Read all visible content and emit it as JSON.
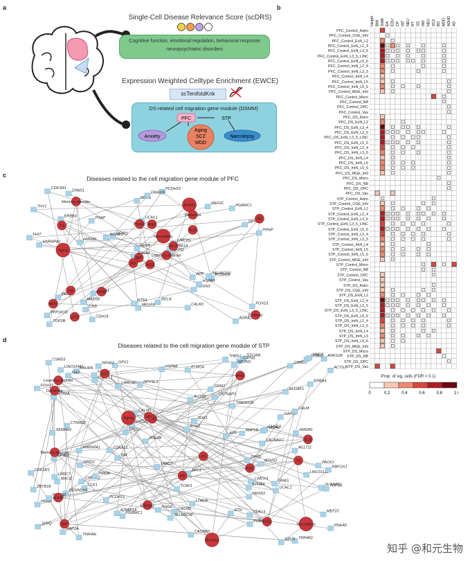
{
  "panels": {
    "a": {
      "letter": "a",
      "scdrs_title": "Single-Cell Disease Relevance Score (scDRS)",
      "traits": "Cognitive function, emotional regulation, behavioral response neuropsychiatric disorders",
      "ewce_title": "Expression Weighted Celltype Enrichment (EWCE)",
      "tool": "scTenifoldKnk",
      "dssm_title": "DS-related cell migration gene module (DSMM)",
      "nodes": {
        "pfc": "PFC",
        "stp": "STP",
        "anxiety": "Anxiety",
        "aging": "Aging",
        "scz": "SCZ",
        "mdd": "MDD",
        "narcolepsy": "Narcolepsy"
      }
    },
    "b": {
      "letter": "b",
      "columns": [
        "Height",
        "BMI",
        "SWB",
        "EA",
        "EDU",
        "CP",
        "INT",
        "NEU",
        "RT",
        "SD",
        "INS",
        "NEU",
        "SCZ",
        "BD",
        "MDD",
        "ADHD",
        "AD"
      ],
      "rows": [
        "PFC_Control_Astro",
        "PFC_Control_CGE_InN",
        "PFC_Control_ExN_L2",
        "PFC_Control_ExN_L2_4",
        "PFC_Control_ExN_L3_5",
        "PFC_Control_ExN_L3_5_LINC",
        "PFC_Control_ExN_L5_6",
        "PFC_Control_ImN_L2_4",
        "PFC_Control_ImN_L3_5",
        "PFC_Control_ImN_L4",
        "PFC_Control_ImN_L5",
        "PFC_Control_ImN_L5_6",
        "PFC_Control_MGE_InN",
        "PFC_Control_Micro",
        "PFC_Control_NB",
        "PFC_Control_OPC",
        "PFC_Control_Vas",
        "PFC_DS_Astro",
        "PFC_DS_ExN_L2",
        "PFC_DS_ExN_L2_4",
        "PFC_DS_ExN_L3_5",
        "PFC_DS_ExN_L3_5_LINC",
        "PFC_DS_ExN_L5_6",
        "PFC_DS_ImN_L2_4",
        "PFC_DS_ImN_L3_5",
        "PFC_DS_ImN_L4",
        "PFC_DS_ImN_L5",
        "PFC_DS_ImN_L5_6",
        "PFC_DS_MGE_InN",
        "PFC_DS_Micro",
        "PFC_DS_NB",
        "PFC_DS_OPC",
        "PFC_DS_Vas",
        "STP_Control_Astro",
        "STP_Control_CGE_InN",
        "STP_Control_ExN_L2",
        "STP_Control_ExN_L2_4",
        "STP_Control_ExN_L3_5",
        "STP_Control_ExN_L3_5_LINC",
        "STP_Control_ExN_L5_6",
        "STP_Control_ImN_L2_4",
        "STP_Control_ImN_L3_5",
        "STP_Control_ImN_L4",
        "STP_Control_ImN_L5",
        "STP_Control_ImN_L5_6",
        "STP_Control_MGE_InN",
        "STP_Control_Micro",
        "STP_Control_NB",
        "STP_Control_OPC",
        "STP_Control_Vas",
        "STP_DS_Astro",
        "STP_DS_CGE_InN",
        "STP_DS_ExN_L2",
        "STP_DS_ExN_L2_4",
        "STP_DS_ExN_L3_5",
        "STP_DS_ExN_L3_5_LINC",
        "STP_DS_ExN_L5_6",
        "STP_DS_ImN_L2_4",
        "STP_DS_ImN_L3_5",
        "STP_DS_ImN_L4",
        "STP_DS_ImN_L5",
        "STP_DS_ImN_L5_6",
        "STP_DS_MGE_InN",
        "STP_DS_Micro",
        "STP_DS_NB",
        "STP_DS_OPC",
        "STP_DS_Vas"
      ],
      "legend_title": "Prop. of sig. cells (FDR < 0.1)",
      "legend_ticks": [
        "0",
        "0.2",
        "0.4",
        "0.6",
        "0.8",
        "1.0"
      ],
      "legend_colors": [
        "#ffffff",
        "#f7c8b4",
        "#ef8a6e",
        "#d9473c",
        "#b01c24",
        "#6a0a10"
      ]
    },
    "c": {
      "letter": "c",
      "title": "Diseases related to the cell migration gene module of PFC"
    },
    "d": {
      "letter": "d",
      "title": "Diseases related to the cell migration gene module of STP"
    }
  },
  "chart_data": [
    {
      "type": "network",
      "title": "Diseases related to the cell migration gene module of PFC",
      "disease_nodes": [
        "ASD",
        "TS",
        "BIP",
        "MDD",
        "SCZ",
        "ADHD",
        "Anxiety",
        "ANO",
        "Dementia",
        "Learning disorder",
        "Memory disorder",
        "Epilepsy",
        "Aging",
        "AD",
        "PD",
        "ALD",
        "OCD",
        "Phobia",
        "Narcolepsy",
        "HD"
      ],
      "gene_nodes": [
        "SF3B1",
        "PPP1R1B",
        "CKB",
        "UCHL1",
        "LIMCH1",
        "PCDH15",
        "ERBB4",
        "GNAS",
        "HNRNPA1",
        "APP",
        "PRNP",
        "EPHA4",
        "RTN1",
        "SV2A",
        "PSAP",
        "MEF2C",
        "ACTG1",
        "ADRA2A",
        "FOXD1",
        "NEUROD2",
        "PCDH10",
        "NCAM1",
        "HMGB1",
        "NRXN3",
        "CDH18",
        "FHIT",
        "TUBA1A",
        "TOP2B",
        "MEGF8",
        "SFPQ",
        "PENK",
        "DPYSL3",
        "THY1",
        "HSPA8",
        "CALM1",
        "MAP1B",
        "DNM1L",
        "CDKSR1",
        "RELN",
        "PGRMC1",
        "DRAXIN"
      ]
    },
    {
      "type": "network",
      "title": "Diseases related to the cell migration gene module of STP",
      "disease_nodes": [
        "ASD",
        "TS",
        "BIP",
        "SCZ",
        "MDD",
        "OCD",
        "ADHD",
        "ANO",
        "Aging",
        "Anxiety",
        "Dementia",
        "Memory disorder",
        "Learning disorder",
        "Narcolepsy",
        "Epilepsy",
        "ALD",
        "PD",
        "AD",
        "HD"
      ],
      "gene_nodes": [
        "CLK1",
        "ANKS1B",
        "CSMD1",
        "DRD1",
        "LINC01122",
        "THBS1",
        "FOXP2",
        "LIMCH1",
        "SF3B1",
        "DYNLL1",
        "CACNA1C",
        "CACNB2",
        "RTN",
        "ENOX1",
        "INA",
        "MLLT11",
        "UCHL1",
        "EPHA4",
        "HNRNPA1",
        "CADM2",
        "DENND1A",
        "ERBB4",
        "DSCAM",
        "YWHAG",
        "NSRA",
        "GNAS",
        "PCDH15",
        "PRNP",
        "LINC02481",
        "APP",
        "SEMA6D",
        "RBFOX1",
        "CALM1",
        "TENM2",
        "DPYD",
        "NRXN1",
        "GPC5",
        "TMEM108",
        "CSMD3",
        "GRID1",
        "KAURN",
        "MTUS2",
        "LRRC4C",
        "SDK1",
        "LRRC7",
        "ELMO4",
        "CTNND2",
        "TANC2",
        "CTNNA2",
        "CDKAL1",
        "NKAIN2",
        "CNTNAP2",
        "GPX1",
        "PDE4B",
        "FHIT",
        "RYR2",
        "CAP43",
        "MACI2",
        "ATP5F1A",
        "PGRMC1",
        "DLGAP1",
        "DLGAP2",
        "GRM7",
        "NRXN3",
        "GAPDH",
        "HMGB1",
        "PACK1",
        "NR4A2",
        "SELENOW",
        "ACTG1",
        "AUTS2",
        "CDKL5",
        "RAP2A",
        "FOXO1",
        "TOP2B",
        "MAP1B",
        "HTR2A",
        "LTM1B",
        "SFPQ",
        "ZBTB18",
        "YWHAZ",
        "TCAF1",
        "YWHAE",
        "PDE4D",
        "DPYSL3",
        "CALM",
        "THY1",
        "CDKSR1",
        "HSPA8",
        "TUBA1A",
        "CHI3L1",
        "PRKW",
        "NMCK",
        "MEF2C"
      ]
    }
  ],
  "watermark": "知乎 @和元生物"
}
